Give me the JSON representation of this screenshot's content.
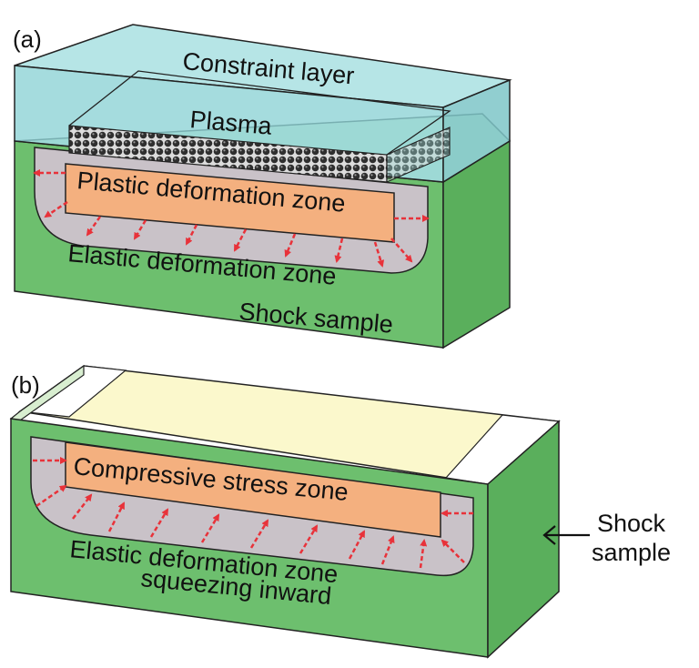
{
  "panel_a": {
    "label": "(a)",
    "constraint_layer": "Constraint layer",
    "plasma": "Plasma",
    "plastic_zone": "Plastic deformation zone",
    "elastic_zone": "Elastic deformation zone",
    "sample": "Shock sample"
  },
  "panel_b": {
    "label": "(b)",
    "compressive_zone": "Compressive stress zone",
    "elastic_line1": "Elastic deformation zone",
    "elastic_line2": "squeezing inward",
    "sample_line1": "Shock",
    "sample_line2": "sample"
  },
  "colors": {
    "sample_green": "#6dbf6e",
    "sample_top": "#d8eed0",
    "constraint_layer": "#8fd3d6",
    "plastic_zone": "#f4b07f",
    "elastic_zone": "#c9c2c8",
    "top_surface_b": "#fbf8cc",
    "arrow_red": "#e8323a",
    "plasma_beads": "#333333"
  }
}
